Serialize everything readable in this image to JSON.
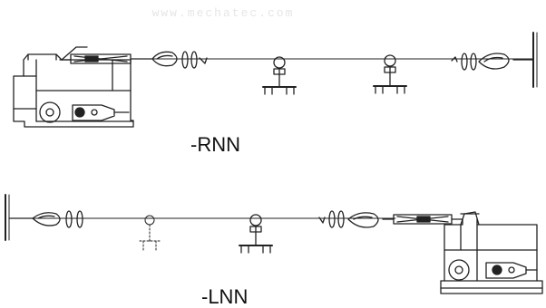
{
  "watermark": "www.mechatec.com",
  "labels": {
    "top": "-RNN",
    "bottom": "-LNN"
  }
}
